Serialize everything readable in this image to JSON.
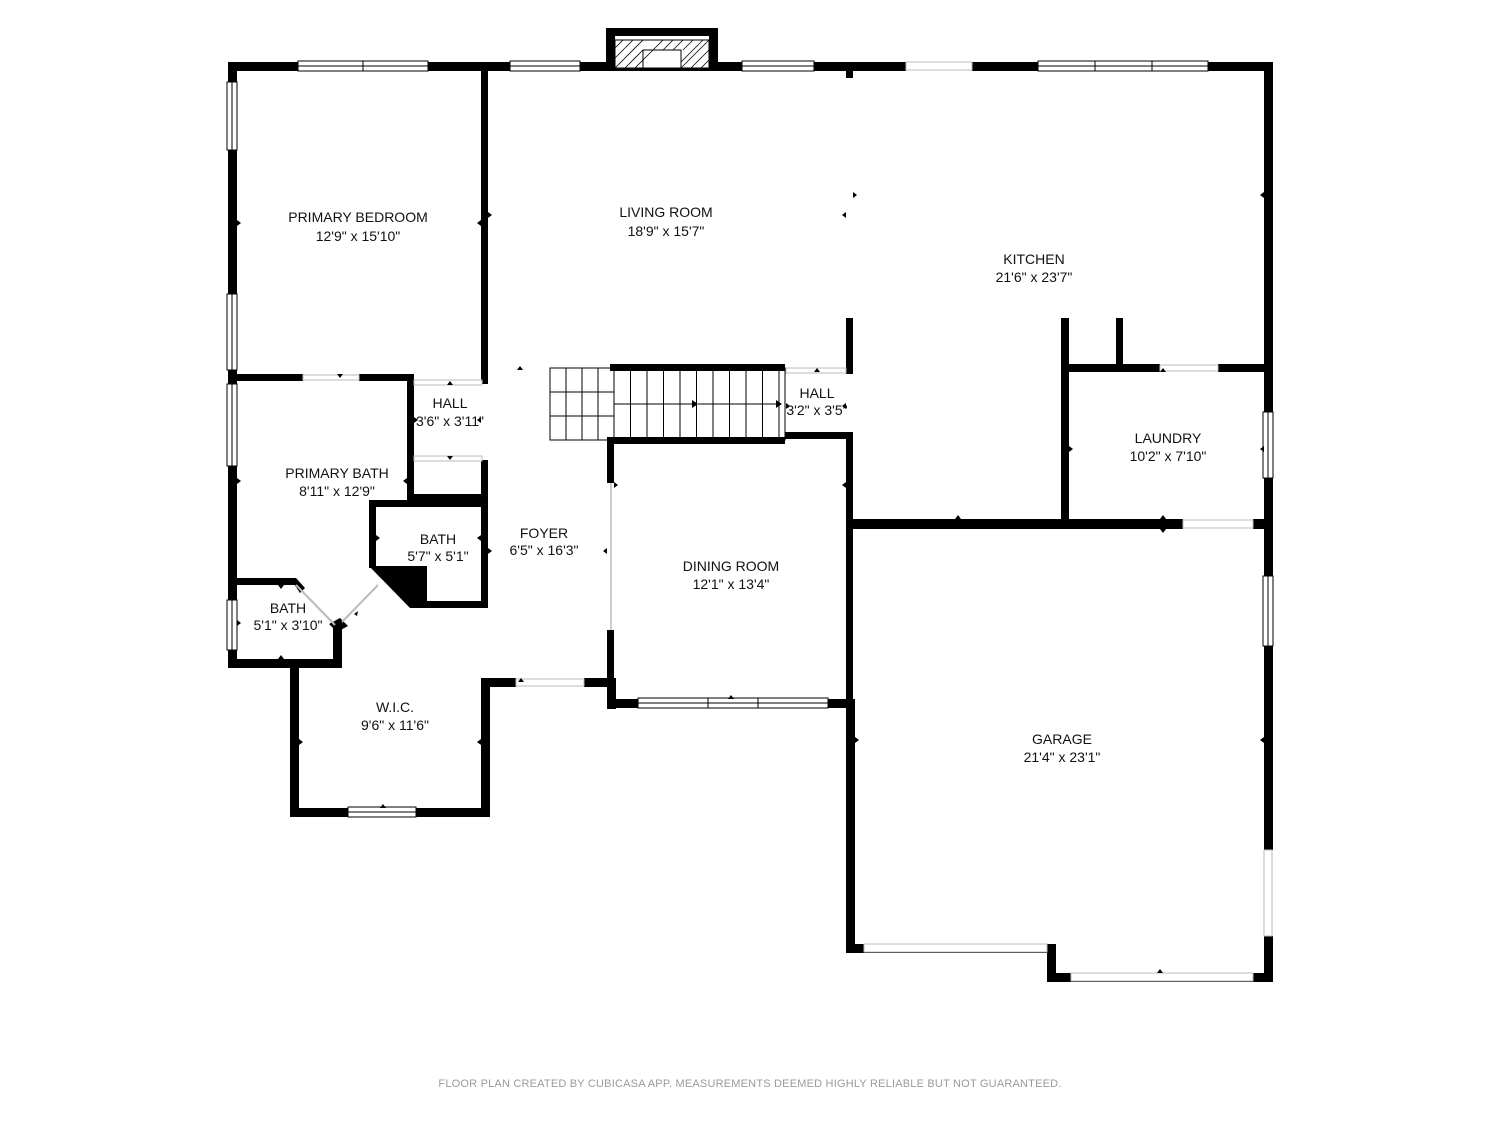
{
  "rooms": [
    {
      "id": "primary-bedroom",
      "name": "PRIMARY BEDROOM",
      "dims": "12'9\" x 15'10\""
    },
    {
      "id": "living-room",
      "name": "LIVING ROOM",
      "dims": "18'9\" x 15'7\""
    },
    {
      "id": "kitchen",
      "name": "KITCHEN",
      "dims": "21'6\" x 23'7\""
    },
    {
      "id": "hall-west",
      "name": "HALL",
      "dims": "3'6\" x 3'11\""
    },
    {
      "id": "hall-east",
      "name": "HALL",
      "dims": "3'2\" x 3'5\""
    },
    {
      "id": "laundry",
      "name": "LAUNDRY",
      "dims": "10'2\" x 7'10\""
    },
    {
      "id": "primary-bath",
      "name": "PRIMARY BATH",
      "dims": "8'11\" x 12'9\""
    },
    {
      "id": "bath-center",
      "name": "BATH",
      "dims": "5'7\" x 5'1\""
    },
    {
      "id": "foyer",
      "name": "FOYER",
      "dims": "6'5\" x 16'3\""
    },
    {
      "id": "dining-room",
      "name": "DINING ROOM",
      "dims": "12'1\" x 13'4\""
    },
    {
      "id": "bath-small",
      "name": "BATH",
      "dims": "5'1\" x 3'10\""
    },
    {
      "id": "wic",
      "name": "W.I.C.",
      "dims": "9'6\" x 11'6\""
    },
    {
      "id": "garage",
      "name": "GARAGE",
      "dims": "21'4\" x 23'1\""
    }
  ],
  "footer": "FLOOR PLAN CREATED BY CUBICASA APP. MEASUREMENTS DEEMED HIGHLY RELIABLE BUT NOT GUARANTEED."
}
